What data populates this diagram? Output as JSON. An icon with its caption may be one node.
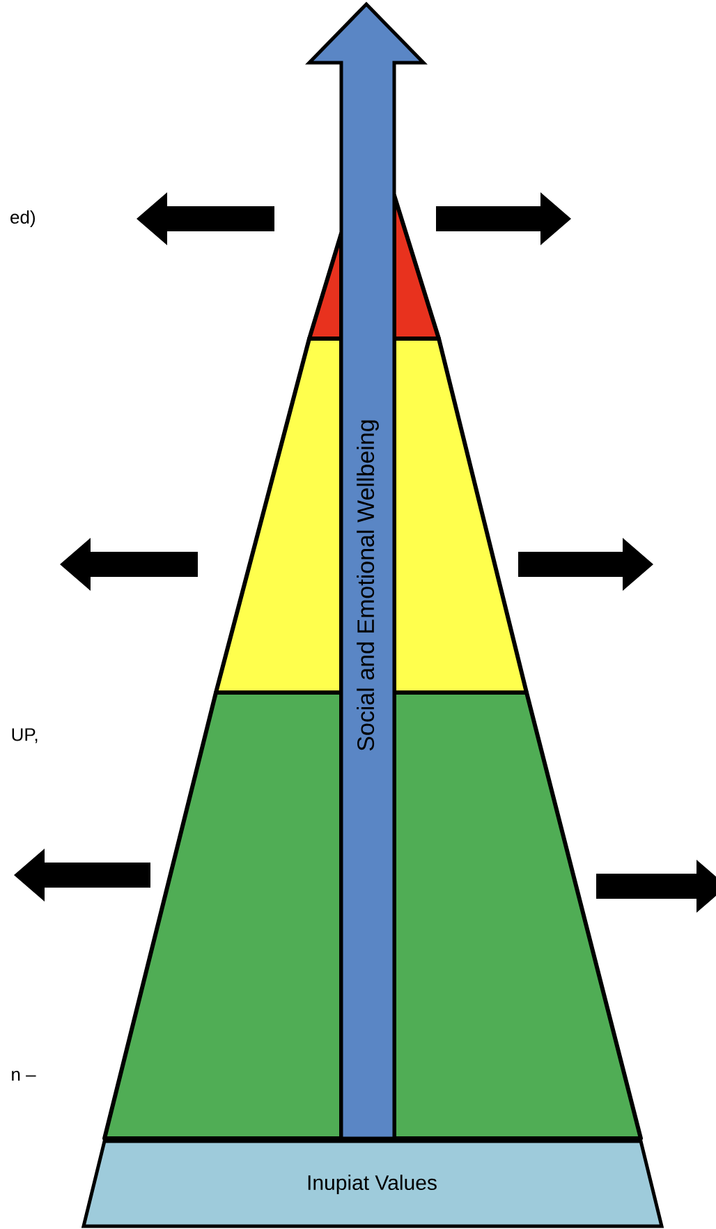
{
  "diagram": {
    "nodes": [
      {
        "text": [
          "Social and Emotional Wellbeing"
        ]
      },
      {
        "text": [],
        "shape": "triangle"
      },
      {
        "text": [],
        "shape": "triangle"
      },
      {
        "text": [],
        "shape": "trapezoid"
      },
      {
        "text": [],
        "shape": "trapezoid"
      },
      {
        "text": [],
        "shape": "trapezoid"
      },
      {
        "text": [],
        "shape": "trapezoid"
      },
      {
        "text": [
          "Inupiat Values"
        ]
      }
    ],
    "labels": [
      "ed)",
      "UP,",
      "n –"
    ]
  }
}
